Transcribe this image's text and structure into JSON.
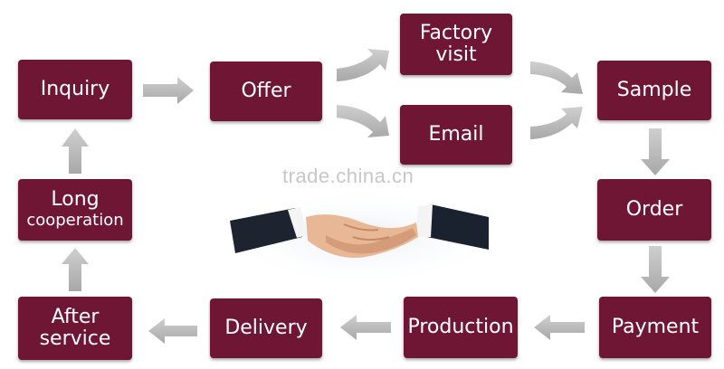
{
  "steps": {
    "inquiry": "Inquiry",
    "offer": "Offer",
    "factory_visit_line1": "Factory",
    "factory_visit_line2": "visit",
    "email": "Email",
    "sample": "Sample",
    "order": "Order",
    "payment": "Payment",
    "production": "Production",
    "delivery": "Delivery",
    "after_service_line1": "After",
    "after_service_line2": "service",
    "long_coop_line1": "Long",
    "long_coop_line2": "cooperation"
  },
  "watermark": "trade.china.cn",
  "colors": {
    "box": "#6e1634",
    "arrow": "#b3b3b3",
    "text": "#ffffff"
  },
  "icons": [
    "handshake-icon",
    "arrow-right-icon",
    "arrow-left-icon",
    "arrow-down-icon",
    "arrow-up-icon",
    "curved-arrow-icon"
  ]
}
